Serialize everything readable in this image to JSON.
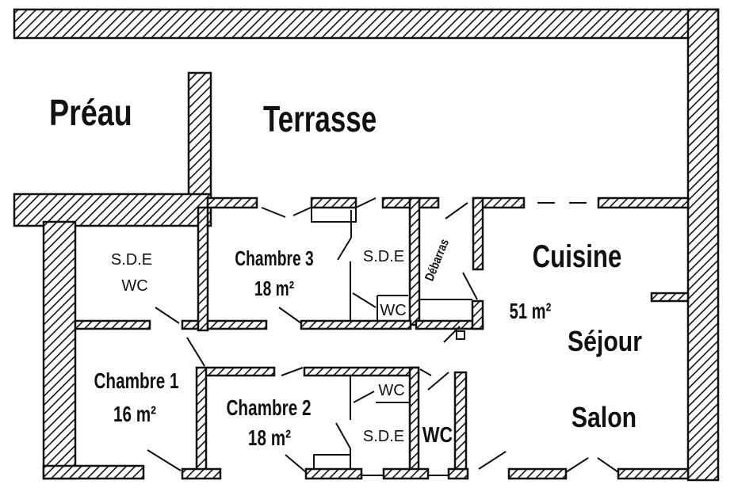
{
  "plan": {
    "rooms": {
      "preau": "Préau",
      "terrasse": "Terrasse",
      "sde_wc_left_line1": "S.D.E",
      "sde_wc_left_line2": "WC",
      "chambre3": "Chambre 3",
      "chambre3_area": "18 m²",
      "sde_top": "S.D.E",
      "wc_top": "WC",
      "debarras": "Débarras",
      "cuisine": "Cuisine",
      "living_area": "51 m²",
      "sejour": "Séjour",
      "salon": "Salon",
      "chambre1": "Chambre 1",
      "chambre1_area": "16 m²",
      "chambre2": "Chambre 2",
      "chambre2_area": "18 m²",
      "wc_bottom_small": "WC",
      "sde_bottom": "S.D.E",
      "wc_bottom": "WC"
    },
    "colors": {
      "ink": "#111111",
      "background": "#ffffff"
    }
  }
}
